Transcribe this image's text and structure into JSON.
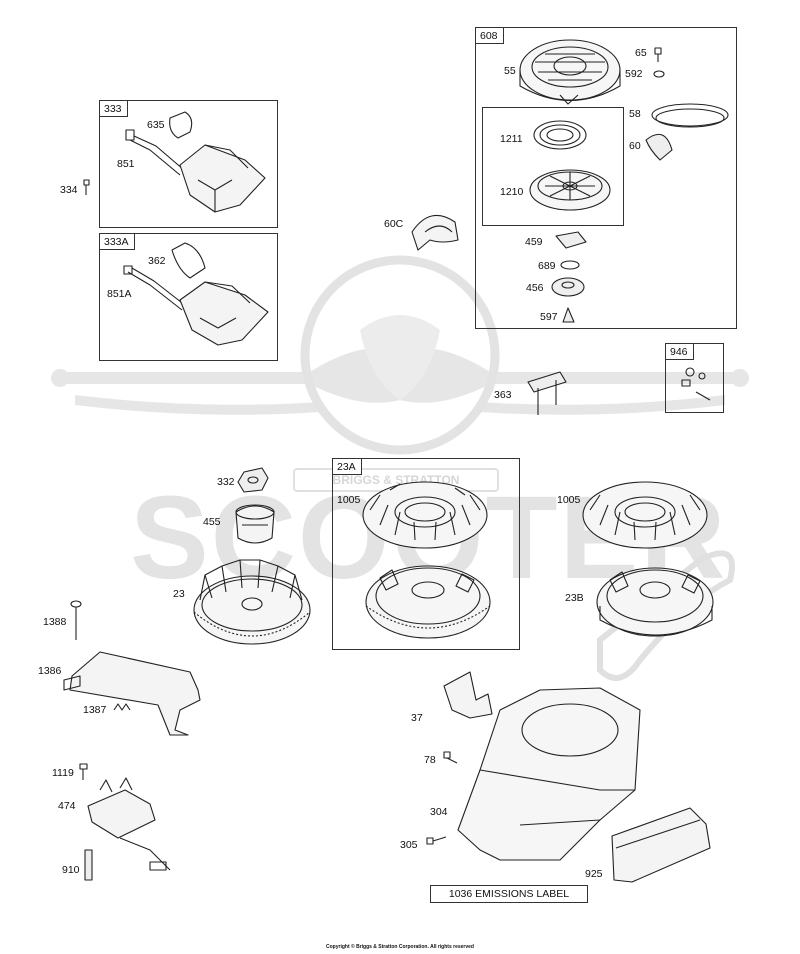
{
  "watermark": {
    "brand": "SCOOTER",
    "badge": "BRIGGS & STRATTON"
  },
  "boxes": {
    "b333": "333",
    "b333a": "333A",
    "b608": "608",
    "b946": "946",
    "b23a": "23A"
  },
  "labels": {
    "l635": "635",
    "l851": "851",
    "l334": "334",
    "l362": "362",
    "l851a": "851A",
    "l55": "55",
    "l65": "65",
    "l592": "592",
    "l1211": "1211",
    "l1210": "1210",
    "l58": "58",
    "l60": "60",
    "l60c": "60C",
    "l459": "459",
    "l689": "689",
    "l456": "456",
    "l597": "597",
    "l363": "363",
    "l332": "332",
    "l455": "455",
    "l23": "23",
    "l1005a": "1005",
    "l1005b": "1005",
    "l23b": "23B",
    "l1388": "1388",
    "l1386": "1386",
    "l1387": "1387",
    "l37": "37",
    "l78": "78",
    "l1119": "1119",
    "l474": "474",
    "l304": "304",
    "l305": "305",
    "l910": "910",
    "l925": "925"
  },
  "emissions_label": "1036 EMISSIONS LABEL",
  "copyright": "Copyright © Briggs & Stratton Corporation. All rights reserved"
}
